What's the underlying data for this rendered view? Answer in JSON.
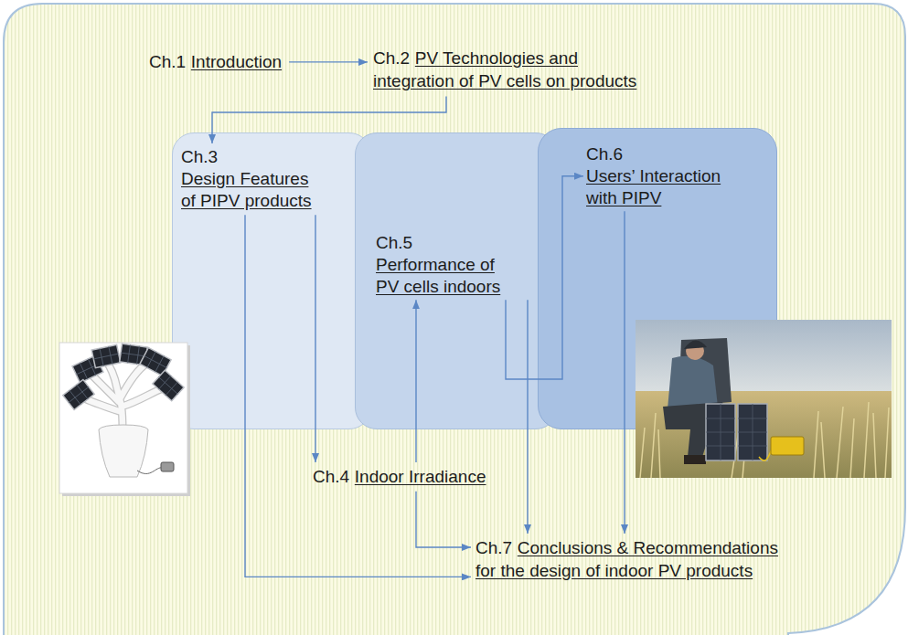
{
  "diagram": {
    "nodes": [
      {
        "text": [
          "Ch.1",
          "Introduction"
        ]
      },
      {
        "text": [
          "Ch.2",
          "PV Technologies and integration of PV cells on products"
        ]
      },
      {
        "text": [
          "Ch.3",
          "Design Features of PIPV products"
        ]
      },
      {
        "text": [
          "Ch.5",
          "Performance of PV cells indoors"
        ]
      },
      {
        "text": [
          "Ch.6",
          "Users’ Interaction with PIPV"
        ]
      },
      {
        "text": [
          "Ch.4",
          "Indoor Irradiance"
        ]
      },
      {
        "text": [
          "Ch.7",
          "Conclusions & Recommendations for the design of indoor PV products"
        ]
      }
    ],
    "edges": [
      {
        "from": 0,
        "to": 1,
        "arrow": "to"
      },
      {
        "from": 1,
        "to": 2,
        "arrow": "to"
      },
      {
        "from": 2,
        "to": 5,
        "arrow": "to"
      },
      {
        "from": 2,
        "to": 6,
        "arrow": "to"
      },
      {
        "from": 5,
        "to": 3,
        "arrow": "to"
      },
      {
        "from": 5,
        "to": 6,
        "arrow": "to"
      },
      {
        "from": 3,
        "to": 4,
        "arrow": "to"
      },
      {
        "from": 3,
        "to": 6,
        "arrow": "to"
      },
      {
        "from": 4,
        "to": 6,
        "arrow": "to"
      }
    ]
  }
}
